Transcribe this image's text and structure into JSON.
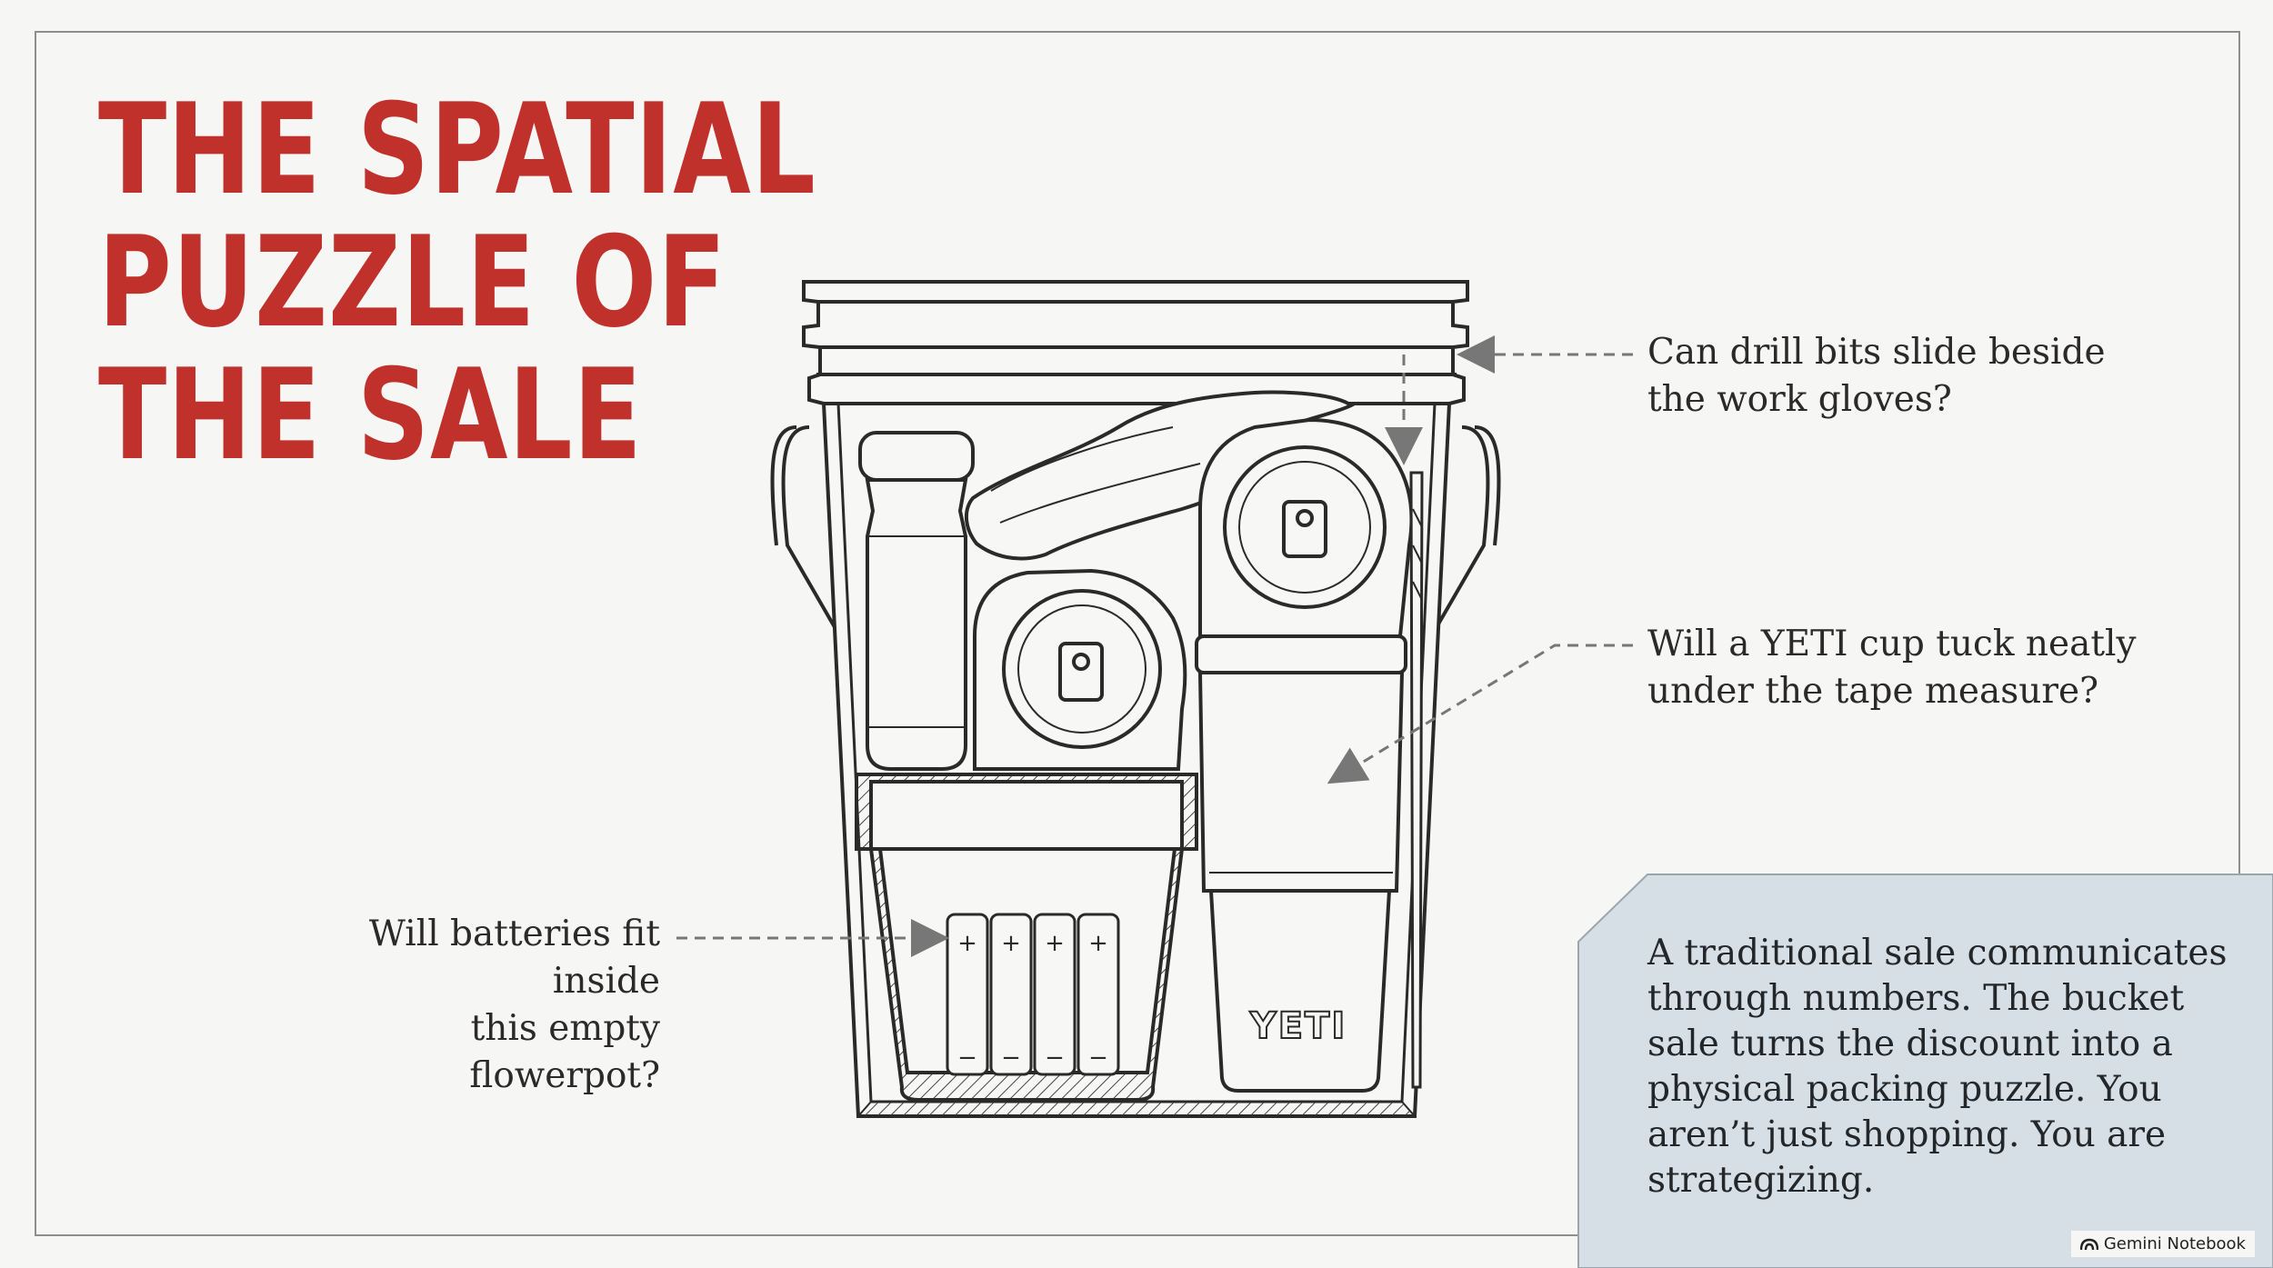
{
  "title": {
    "line1": "THE SPATIAL",
    "line2": "PUZZLE OF",
    "line3": "THE SALE"
  },
  "callouts": {
    "drill": {
      "line1": "Can drill bits slide beside",
      "line2": "the work gloves?"
    },
    "yeti": {
      "line1": "Will a YETI cup tuck neatly",
      "line2": "under the tape measure?"
    },
    "batteries": {
      "line1": "Will batteries fit inside",
      "line2": "this empty flowerpot?"
    }
  },
  "bucket_items": {
    "cup_brand": "YETI"
  },
  "note": {
    "text": "A traditional sale communicates through numbers. The bucket sale turns the discount into a physical packing puzzle. You aren’t just shopping. You are strategizing."
  },
  "badge": {
    "label": "Gemini Notebook",
    "icon": "notebook-logo-icon"
  },
  "colors": {
    "accent": "#c1312b",
    "note_panel": "#d6dfe6",
    "line_art": "#2a2a2a",
    "background": "#f6f6f5"
  }
}
